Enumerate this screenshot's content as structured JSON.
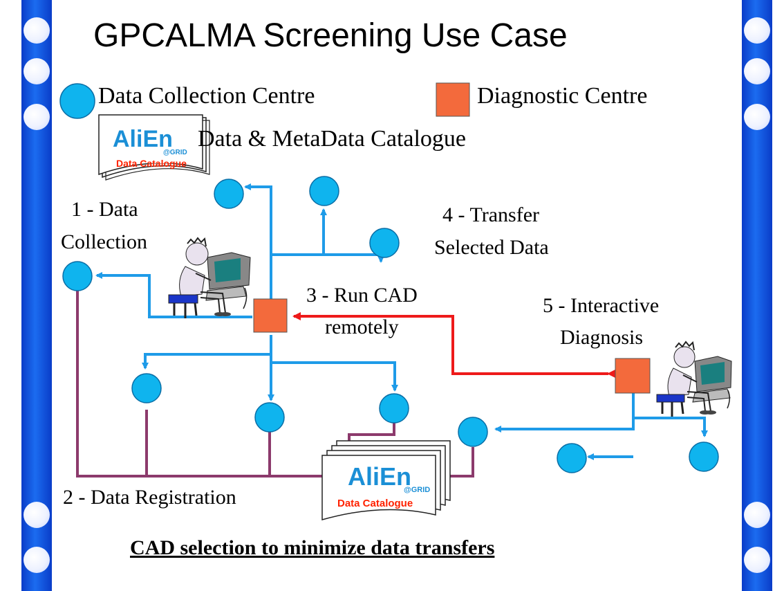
{
  "title": "GPCALMA Screening Use Case",
  "legend": {
    "data_collection_centre": "Data Collection Centre",
    "diagnostic_centre": "Diagnostic Centre",
    "catalogue": "Data & MetaData Catalogue"
  },
  "logo": {
    "word": "AliEn",
    "suffix": "@GRID",
    "label": "Data Catalogue"
  },
  "steps": {
    "data_collection": [
      "1 - Data",
      "Collection"
    ],
    "data_registration": "2 - Data Registration",
    "run_cad": [
      "3 - Run CAD",
      "remotely"
    ],
    "transfer": [
      "4 - Transfer",
      "Selected Data"
    ],
    "interactive": [
      "5 - Interactive",
      "Diagnosis"
    ]
  },
  "caption": "CAD selection to minimize data transfers",
  "colors": {
    "bar": "#1558e6",
    "node_circle": "#0fb4ee",
    "node_square": "#f36a3c",
    "arrow_blue": "#1e9be8",
    "arrow_red": "#ee1a1a",
    "arrow_purple": "#8c3a6c",
    "logo_blue": "#1b8fd6",
    "logo_red": "#ff2200"
  }
}
